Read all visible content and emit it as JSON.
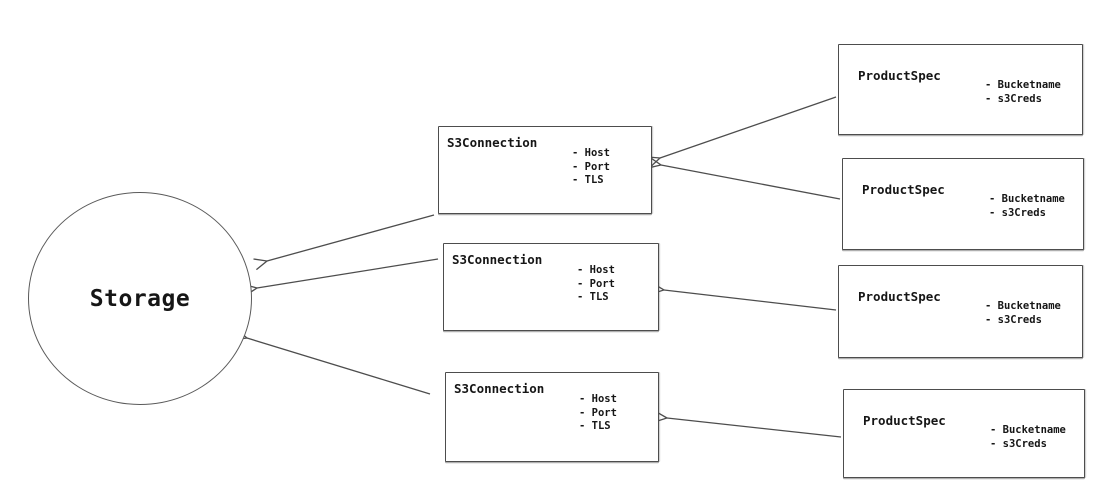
{
  "diagram": {
    "storage": {
      "label": "Storage"
    },
    "s3_connections": [
      {
        "title": "S3Connection",
        "attributes": [
          "- Host",
          "- Port",
          "- TLS"
        ]
      },
      {
        "title": "S3Connection",
        "attributes": [
          "- Host",
          "- Port",
          "- TLS"
        ]
      },
      {
        "title": "S3Connection",
        "attributes": [
          "- Host",
          "- Port",
          "- TLS"
        ]
      }
    ],
    "product_specs": [
      {
        "title": "ProductSpec",
        "attributes": [
          "- Bucketname",
          "- s3Creds"
        ]
      },
      {
        "title": "ProductSpec",
        "attributes": [
          "- Bucketname",
          "- s3Creds"
        ]
      },
      {
        "title": "ProductSpec",
        "attributes": [
          "- Bucketname",
          "- s3Creds"
        ]
      },
      {
        "title": "ProductSpec",
        "attributes": [
          "- Bucketname",
          "- s3Creds"
        ]
      }
    ],
    "edges": [
      {
        "from": "productspec-1",
        "to": "s3connection-1"
      },
      {
        "from": "productspec-2",
        "to": "s3connection-1"
      },
      {
        "from": "productspec-3",
        "to": "s3connection-2"
      },
      {
        "from": "productspec-4",
        "to": "s3connection-3"
      },
      {
        "from": "s3connection-1",
        "to": "storage"
      },
      {
        "from": "s3connection-2",
        "to": "storage"
      },
      {
        "from": "s3connection-3",
        "to": "storage"
      }
    ],
    "colors": {
      "stroke": "#4d4d4d",
      "text": "#161616",
      "background": "#ffffff"
    }
  }
}
